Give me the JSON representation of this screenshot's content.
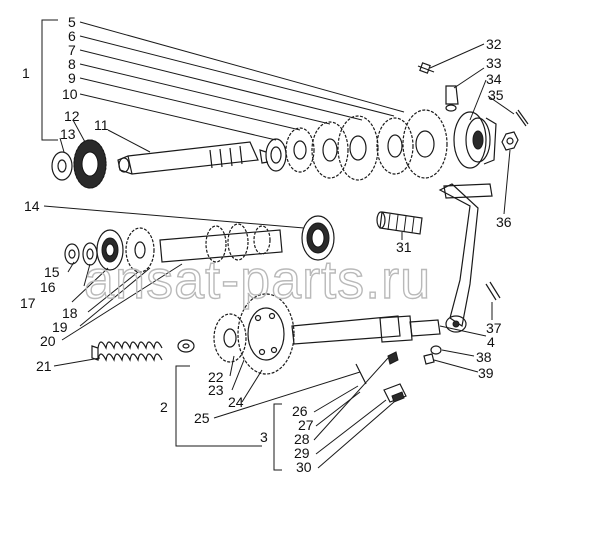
{
  "watermark": "ansat-parts.ru",
  "labels": {
    "n1": "1",
    "n2": "2",
    "n3": "3",
    "n4": "4",
    "n5": "5",
    "n6": "6",
    "n7": "7",
    "n8": "8",
    "n9": "9",
    "n10": "10",
    "n11": "11",
    "n12": "12",
    "n13": "13",
    "n14": "14",
    "n15": "15",
    "n16": "16",
    "n17": "17",
    "n18": "18",
    "n19": "19",
    "n20": "20",
    "n21": "21",
    "n22": "22",
    "n23": "23",
    "n24": "24",
    "n25": "25",
    "n26": "26",
    "n27": "27",
    "n28": "28",
    "n29": "29",
    "n30": "30",
    "n31": "31",
    "n32": "32",
    "n33": "33",
    "n34": "34",
    "n35": "35",
    "n36": "36",
    "n37": "37",
    "n38": "38",
    "n39": "39"
  }
}
